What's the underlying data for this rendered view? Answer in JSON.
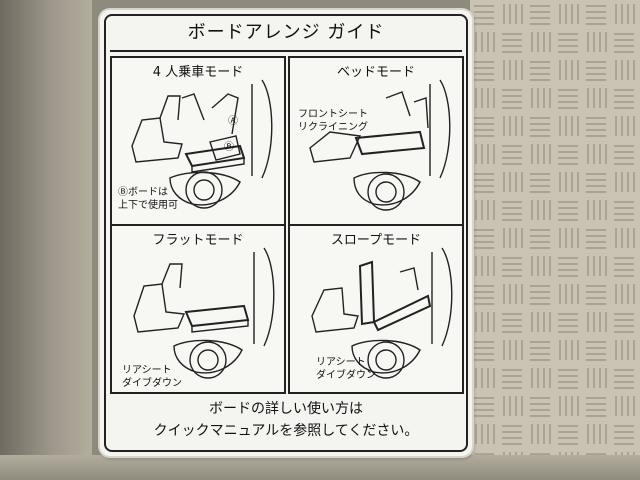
{
  "label": {
    "title": "ボードアレンジ ガイド",
    "panels": [
      {
        "title": "4 人乗車モード",
        "marker_a": "Ⓐ",
        "marker_b": "Ⓑ",
        "note_lines": [
          "Ⓑボードは",
          "上下で使用可"
        ]
      },
      {
        "title": "ベッドモード",
        "note_lines": [
          "フロントシート",
          "リクライニング"
        ]
      },
      {
        "title": "フラットモード",
        "note_lines": [
          "リアシート",
          "ダイブダウン"
        ]
      },
      {
        "title": "スロープモード",
        "note_lines": [
          "リアシート",
          "ダイブダウン"
        ]
      }
    ],
    "instructions": [
      "ボードの詳しい使い方は",
      "クイックマニュアルを参照してください。"
    ]
  }
}
